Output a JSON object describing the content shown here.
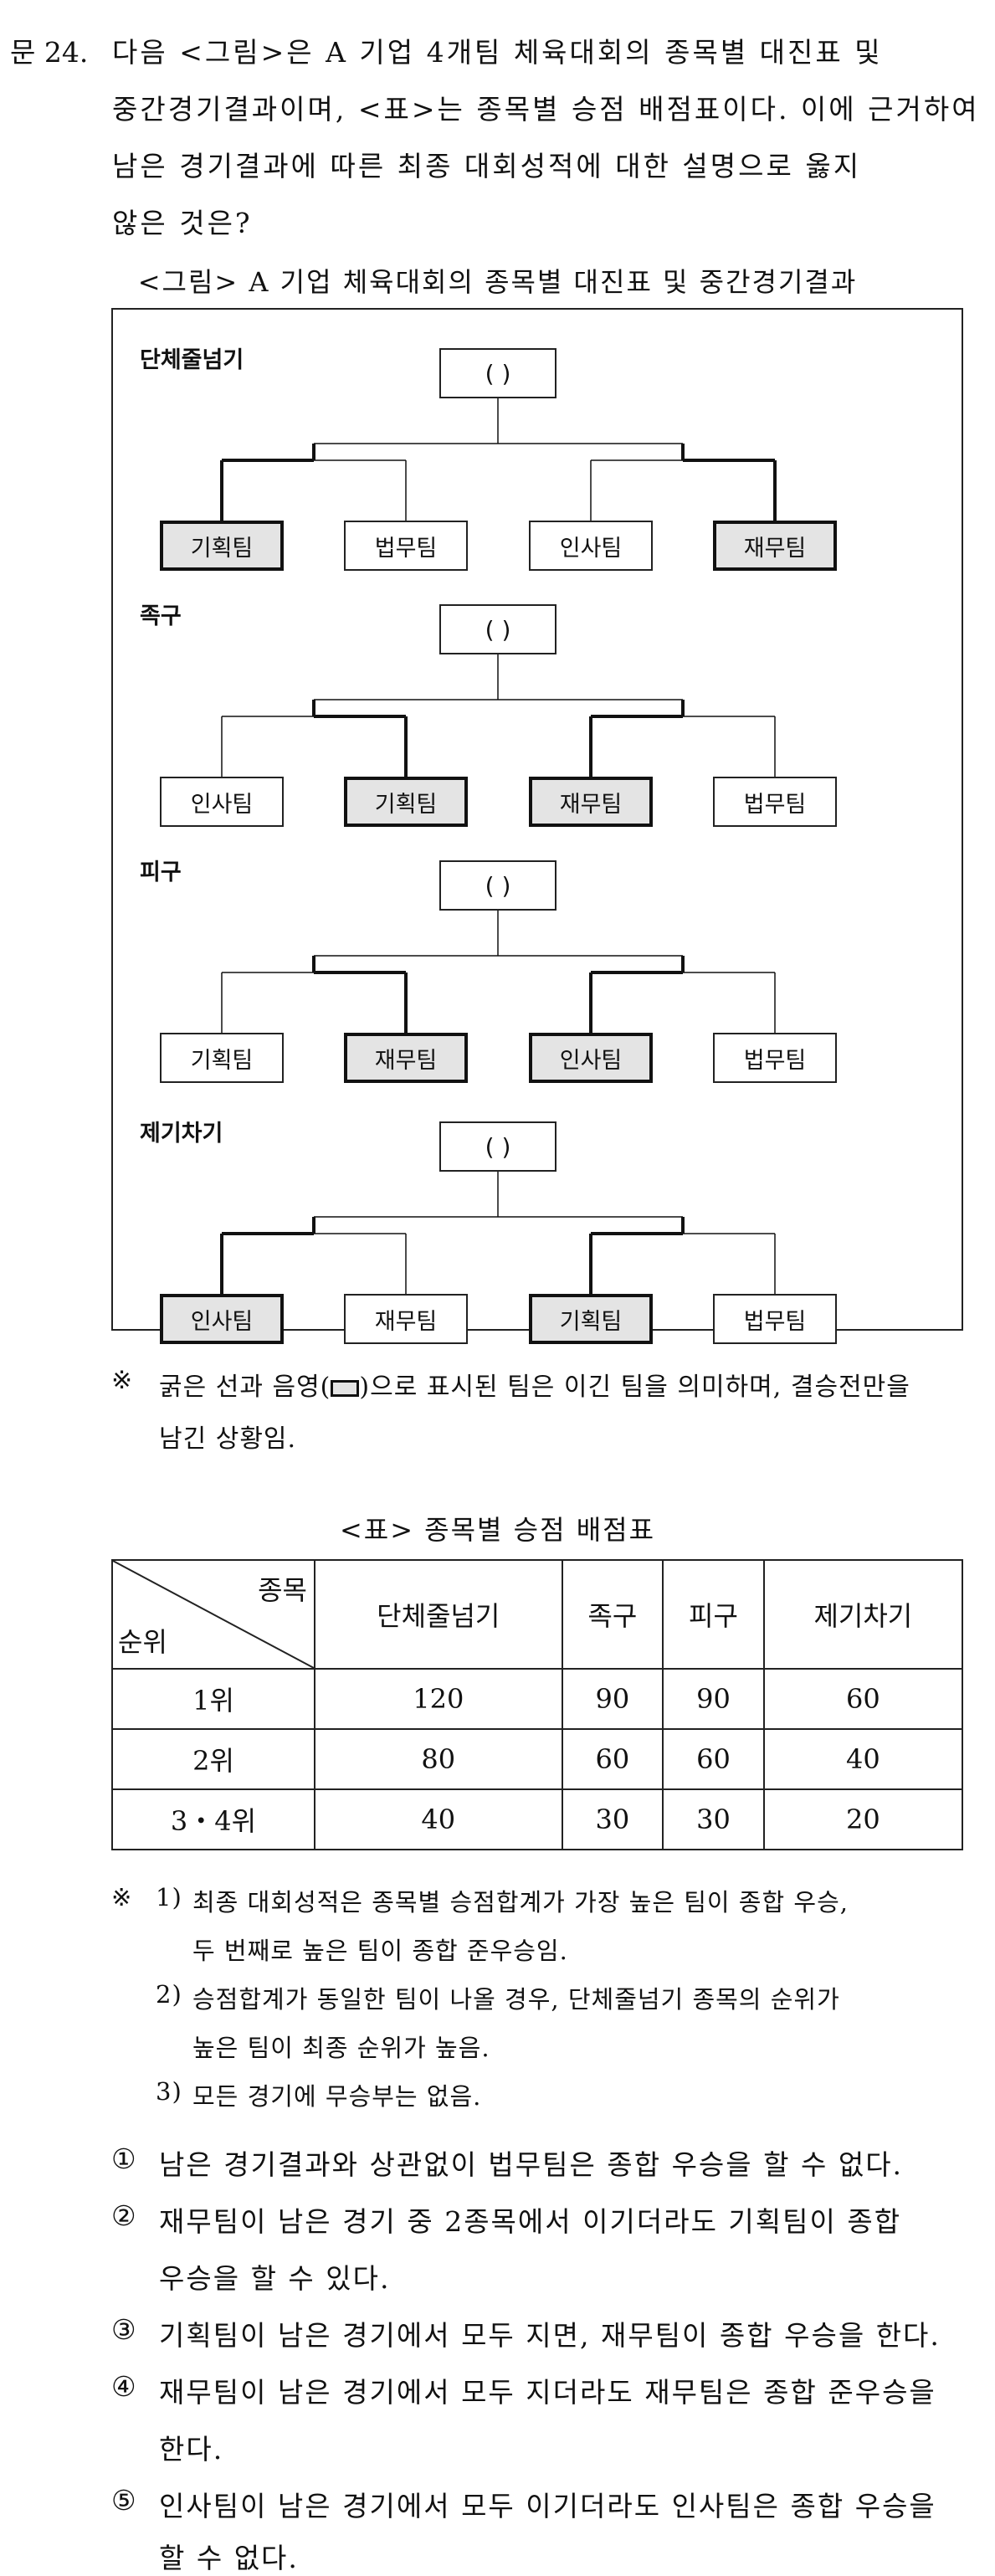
{
  "question": {
    "number": "문 24.",
    "lines": [
      "다음 <그림>은 A 기업 4개팀 체육대회의 종목별 대진표 및",
      "중간경기결과이며, <표>는 종목별 승점 배점표이다. 이에 근거하여",
      "남은 경기결과에 따른 최종 대회성적에 대한 설명으로 옳지",
      "않은 것은?"
    ]
  },
  "figure": {
    "title": "<그림> A 기업 체육대회의 종목별 대진표 및 중간경기결과",
    "result_placeholder": "(       )",
    "sports": [
      {
        "name": "단체줄넘기",
        "teams": [
          "기획팀",
          "법무팀",
          "인사팀",
          "재무팀"
        ],
        "winners": [
          0,
          3
        ]
      },
      {
        "name": "족구",
        "teams": [
          "인사팀",
          "기획팀",
          "재무팀",
          "법무팀"
        ],
        "winners": [
          1,
          2
        ]
      },
      {
        "name": "피구",
        "teams": [
          "기획팀",
          "재무팀",
          "인사팀",
          "법무팀"
        ],
        "winners": [
          1,
          2
        ]
      },
      {
        "name": "제기차기",
        "teams": [
          "인사팀",
          "재무팀",
          "기획팀",
          "법무팀"
        ],
        "winners": [
          0,
          2
        ]
      }
    ],
    "note_line1": "굵은 선과 음영(",
    "note_line1b": ")으로 표시된 팀은 이긴 팀을 의미하며, 결승전만을",
    "note_line2": "남긴 상황임.",
    "note_mark": "※"
  },
  "table": {
    "title": "<표> 종목별 승점 배점표",
    "corner_col": "종목",
    "corner_row": "순위",
    "headers": [
      "단체줄넘기",
      "족구",
      "피구",
      "제기차기"
    ],
    "rows": [
      {
        "rank": "1위",
        "values": [
          "120",
          "90",
          "90",
          "60"
        ]
      },
      {
        "rank": "2위",
        "values": [
          "80",
          "60",
          "60",
          "40"
        ]
      },
      {
        "rank": "3・4위",
        "values": [
          "40",
          "30",
          "30",
          "20"
        ]
      }
    ]
  },
  "footnotes": {
    "mark": "※",
    "items": [
      {
        "num": "1)",
        "lines": [
          "최종 대회성적은 종목별 승점합계가 가장 높은 팀이 종합 우승,",
          "두 번째로 높은 팀이 종합 준우승임."
        ]
      },
      {
        "num": "2)",
        "lines": [
          "승점합계가 동일한 팀이 나올 경우, 단체줄넘기 종목의 순위가",
          "높은 팀이 최종 순위가 높음."
        ]
      },
      {
        "num": "3)",
        "lines": [
          "모든 경기에 무승부는 없음."
        ]
      }
    ]
  },
  "options": [
    {
      "num": "①",
      "lines": [
        "남은 경기결과와 상관없이 법무팀은 종합 우승을 할 수 없다."
      ]
    },
    {
      "num": "②",
      "lines": [
        "재무팀이 남은 경기 중 2종목에서 이기더라도 기획팀이 종합",
        "우승을 할 수 있다."
      ]
    },
    {
      "num": "③",
      "lines": [
        "기획팀이 남은 경기에서 모두 지면, 재무팀이 종합 우승을 한다."
      ]
    },
    {
      "num": "④",
      "lines": [
        "재무팀이 남은 경기에서 모두 지더라도 재무팀은 종합 준우승을",
        "한다."
      ]
    },
    {
      "num": "⑤",
      "lines": [
        "인사팀이 남은 경기에서 모두 이기더라도 인사팀은 종합 우승을",
        "할 수 없다."
      ]
    }
  ]
}
